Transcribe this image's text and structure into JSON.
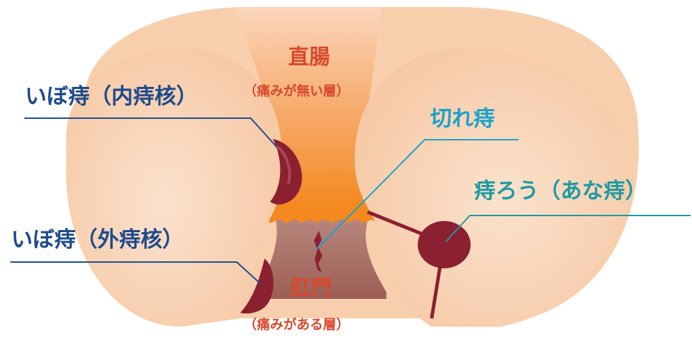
{
  "labels": {
    "rectum": "直腸",
    "rectum_note": "（痛みが無い層）",
    "internal_hemorrhoid": "いぼ痔（内痔核）",
    "anal_fissure": "切れ痔",
    "anal_fistula": "痔ろう（あな痔）",
    "external_hemorrhoid": "いぼ痔（外痔核）",
    "anus": "肛門",
    "anus_note": "（痛みがある層）"
  },
  "colors": {
    "skin": "#f8cfad",
    "skin_light": "#fbe0c9",
    "rectum_top": "#fbd6bd",
    "rectum_bottom": "#f3891f",
    "anal_canal": "#a86d63",
    "lesion": "#8a2030",
    "navy_label": "#1d4a8c",
    "cyan_label": "#18a2cc",
    "teal_label": "#1c9aa2",
    "red_label": "#d9482b"
  }
}
